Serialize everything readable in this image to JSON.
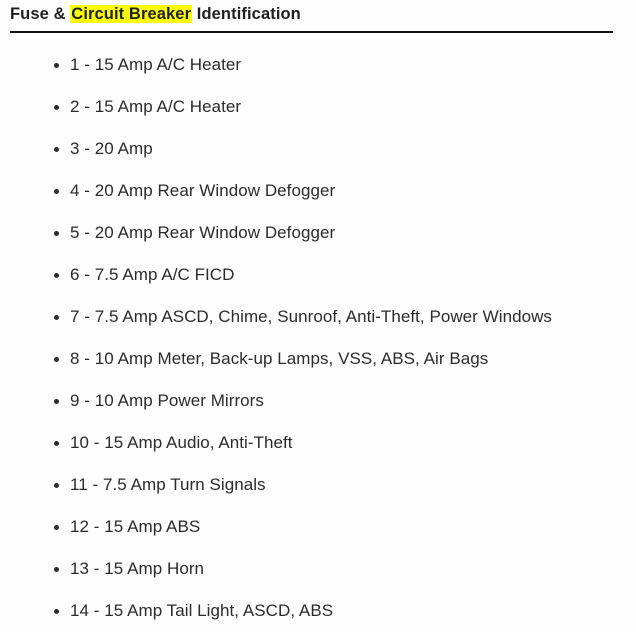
{
  "header": {
    "title_before": "Fuse & ",
    "title_highlight": "Circuit Breaker",
    "title_after": " Identification",
    "highlight_color": "#ffff00",
    "rule_color": "#111111"
  },
  "list": {
    "bullet_glyph": "•",
    "items": [
      {
        "number": "1",
        "text": "1 - 15 Amp A/C Heater"
      },
      {
        "number": "2",
        "text": "2 - 15 Amp A/C Heater"
      },
      {
        "number": "3",
        "text": "3 - 20 Amp"
      },
      {
        "number": "4",
        "text": "4 - 20 Amp Rear Window Defogger"
      },
      {
        "number": "5",
        "text": "5 - 20 Amp Rear Window Defogger"
      },
      {
        "number": "6",
        "text": "6 - 7.5 Amp A/C FICD"
      },
      {
        "number": "7",
        "text": "7 - 7.5 Amp ASCD, Chime, Sunroof, Anti-Theft, Power Windows"
      },
      {
        "number": "8",
        "text": "8 - 10 Amp Meter, Back-up Lamps, VSS, ABS, Air Bags"
      },
      {
        "number": "9",
        "text": "9 - 10 Amp Power Mirrors"
      },
      {
        "number": "10",
        "text": "10 - 15 Amp Audio, Anti-Theft"
      },
      {
        "number": "11",
        "text": "11 - 7.5 Amp Turn Signals"
      },
      {
        "number": "12",
        "text": "12 - 15 Amp ABS"
      },
      {
        "number": "13",
        "text": "13 - 15 Amp Horn"
      },
      {
        "number": "14",
        "text": "14 - 15 Amp Tail Light, ASCD, ABS"
      }
    ]
  },
  "theme": {
    "background": "#fdfdfe",
    "text_color": "#2b2b2b",
    "title_color": "#1f1f1f"
  }
}
